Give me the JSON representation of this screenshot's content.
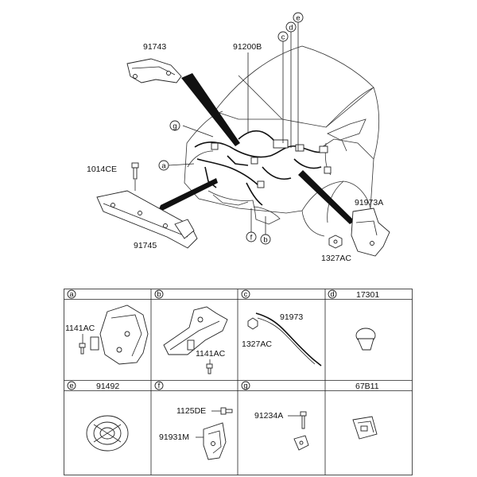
{
  "main": {
    "part_labels": {
      "p91743": "91743",
      "p91200B": "91200B",
      "p1014CE": "1014CE",
      "p91745": "91745",
      "p91973A": "91973A",
      "p1327AC": "1327AC"
    },
    "callouts": {
      "a": "a",
      "b": "b",
      "c": "c",
      "d": "d",
      "e": "e",
      "f": "f",
      "g": "g"
    }
  },
  "table": {
    "cells": [
      {
        "letter": "a",
        "header": "",
        "labels": [
          "1141AC"
        ]
      },
      {
        "letter": "b",
        "header": "",
        "labels": [
          "1141AC"
        ]
      },
      {
        "letter": "c",
        "header": "",
        "labels": [
          "91973",
          "1327AC"
        ]
      },
      {
        "letter": "d",
        "header": "17301",
        "labels": []
      },
      {
        "letter": "e",
        "header": "91492",
        "labels": []
      },
      {
        "letter": "f",
        "header": "",
        "labels": [
          "1125DE",
          "91931M"
        ]
      },
      {
        "letter": "g",
        "header": "",
        "labels": [
          "91234A"
        ]
      },
      {
        "letter": "",
        "header": "67B11",
        "labels": []
      }
    ]
  }
}
